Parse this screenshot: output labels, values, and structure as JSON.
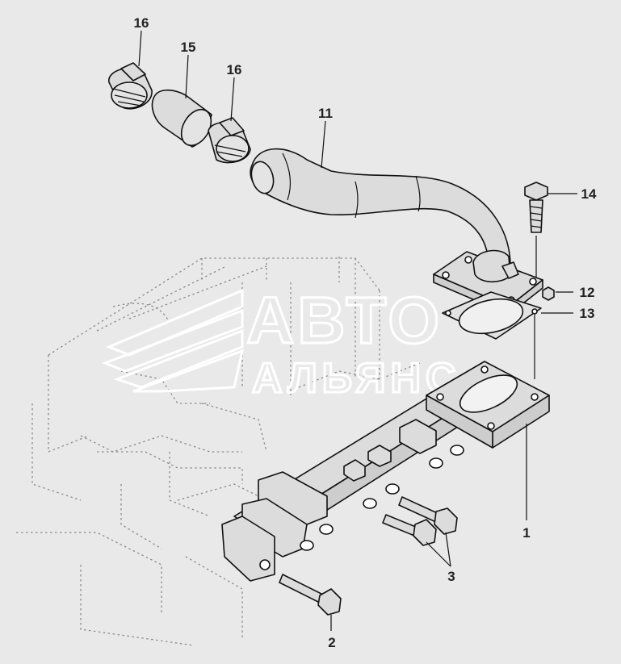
{
  "diagram": {
    "watermark": {
      "line1": "АВТО",
      "line2": "АЛЬЯНС"
    },
    "callouts": [
      {
        "id": "c16a",
        "label": "16"
      },
      {
        "id": "c15",
        "label": "15"
      },
      {
        "id": "c16b",
        "label": "16"
      },
      {
        "id": "c11",
        "label": "11"
      },
      {
        "id": "c14",
        "label": "14"
      },
      {
        "id": "c12",
        "label": "12"
      },
      {
        "id": "c13",
        "label": "13"
      },
      {
        "id": "c1",
        "label": "1"
      },
      {
        "id": "c3",
        "label": "3"
      },
      {
        "id": "c2",
        "label": "2"
      }
    ],
    "colors": {
      "background": "#e9e9e9",
      "line": "#111111",
      "ghost": "#8a8a8a",
      "watermark": "#ffffff"
    }
  }
}
